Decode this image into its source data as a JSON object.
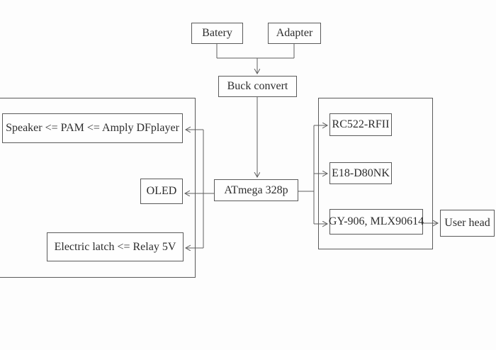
{
  "diagram": {
    "nodes": {
      "battery": {
        "label": "Batery"
      },
      "adapter": {
        "label": "Adapter"
      },
      "buck_convert": {
        "label": "Buck convert"
      },
      "mcu": {
        "label": "ATmega 328p"
      },
      "speaker": {
        "label": "Speaker <= PAM <= Amply DFplayer"
      },
      "oled": {
        "label": "OLED"
      },
      "latch": {
        "label": "Electric latch <= Relay 5V"
      },
      "rfid": {
        "label": "RC522-RFII"
      },
      "proximity": {
        "label": "E18-D80NK"
      },
      "temp_sensor": {
        "label": "GY-906, MLX90614"
      },
      "user_head": {
        "label": "User head"
      }
    },
    "colors": {
      "line": "#5e5e5e",
      "border": "#5a5a5a",
      "text": "#2d2d2d",
      "background": "#fdfdfd"
    }
  }
}
